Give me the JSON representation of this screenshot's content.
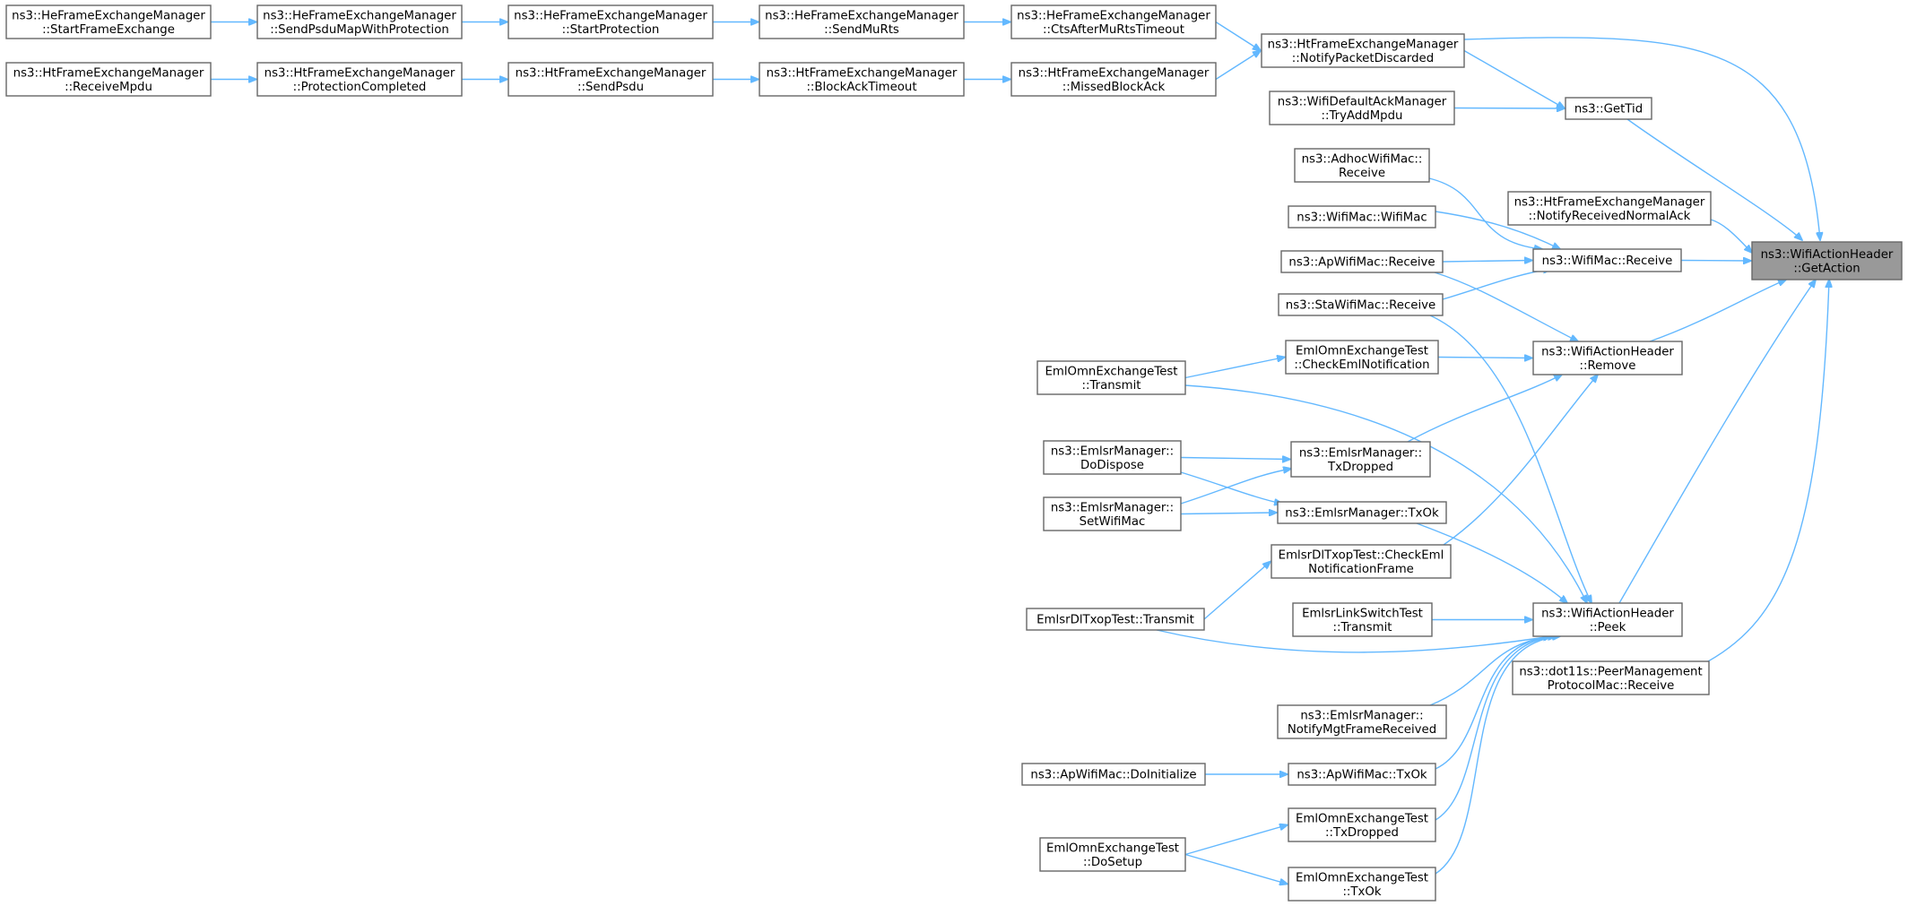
{
  "graph": {
    "type": "caller-graph",
    "colors": {
      "edge": "#63b8ff",
      "node_border": "#666666",
      "highlight_fill": "#999999",
      "node_fill": "#ffffff"
    },
    "nodes": {
      "heStartFrameExchange": [
        "ns3::HeFrameExchangeManager",
        "::StartFrameExchange"
      ],
      "heSendPsduMap": [
        "ns3::HeFrameExchangeManager",
        "::SendPsduMapWithProtection"
      ],
      "heStartProtection": [
        "ns3::HeFrameExchangeManager",
        "::StartProtection"
      ],
      "heSendMuRts": [
        "ns3::HeFrameExchangeManager",
        "::SendMuRts"
      ],
      "heCtsAfterMuRts": [
        "ns3::HeFrameExchangeManager",
        "::CtsAfterMuRtsTimeout"
      ],
      "htNotifyPacketDiscarded": [
        "ns3::HtFrameExchangeManager",
        "::NotifyPacketDiscarded"
      ],
      "htReceiveMpdu": [
        "ns3::HtFrameExchangeManager",
        "::ReceiveMpdu"
      ],
      "htProtectionCompleted": [
        "ns3::HtFrameExchangeManager",
        "::ProtectionCompleted"
      ],
      "htSendPsdu": [
        "ns3::HtFrameExchangeManager",
        "::SendPsdu"
      ],
      "htBlockAckTimeout": [
        "ns3::HtFrameExchangeManager",
        "::BlockAckTimeout"
      ],
      "htMissedBlockAck": [
        "ns3::HtFrameExchangeManager",
        "::MissedBlockAck"
      ],
      "defaultAckTryAdd": [
        "ns3::WifiDefaultAckManager",
        "::TryAddMpdu"
      ],
      "getTid": [
        "ns3::GetTid"
      ],
      "adhocReceive": [
        "ns3::AdhocWifiMac::",
        "Receive"
      ],
      "htNotifyReceivedNormalAck": [
        "ns3::HtFrameExchangeManager",
        "::NotifyReceivedNormalAck"
      ],
      "wifiMacWifiMac": [
        "ns3::WifiMac::WifiMac"
      ],
      "apReceive": [
        "ns3::ApWifiMac::Receive"
      ],
      "wifiMacReceive": [
        "ns3::WifiMac::Receive"
      ],
      "getAction": [
        "ns3::WifiActionHeader",
        "::GetAction"
      ],
      "staReceive": [
        "ns3::StaWifiMac::Receive"
      ],
      "emlCheckEml": [
        "EmlOmnExchangeTest",
        "::CheckEmlNotification"
      ],
      "actionRemove": [
        "ns3::WifiActionHeader",
        "::Remove"
      ],
      "emlTransmit": [
        "EmlOmnExchangeTest",
        "::Transmit"
      ],
      "emlsrDoDispose": [
        "ns3::EmlsrManager::",
        "DoDispose"
      ],
      "emlsrTxDropped": [
        "ns3::EmlsrManager::",
        "TxDropped"
      ],
      "emlsrTxOk": [
        "ns3::EmlsrManager::TxOk"
      ],
      "emlsrSetWifiMac": [
        "ns3::EmlsrManager::",
        "SetWifiMac"
      ],
      "dlTxopCheckEml": [
        "EmlsrDlTxopTest::CheckEml",
        "NotificationFrame"
      ],
      "dlTxopTransmit": [
        "EmlsrDlTxopTest::Transmit"
      ],
      "linkSwitchTransmit": [
        "EmlsrLinkSwitchTest",
        "::Transmit"
      ],
      "actionPeek": [
        "ns3::WifiActionHeader",
        "::Peek"
      ],
      "dot11sReceive": [
        "ns3::dot11s::PeerManagement",
        "ProtocolMac::Receive"
      ],
      "emlsrNotifyMgt": [
        "ns3::EmlsrManager::",
        "NotifyMgtFrameReceived"
      ],
      "apDoInitialize": [
        "ns3::ApWifiMac::DoInitialize"
      ],
      "apTxOk": [
        "ns3::ApWifiMac::TxOk"
      ],
      "emlTxDropped": [
        "EmlOmnExchangeTest",
        "::TxDropped"
      ],
      "emlDoSetup": [
        "EmlOmnExchangeTest",
        "::DoSetup"
      ],
      "emlTxOk": [
        "EmlOmnExchangeTest",
        "::TxOk"
      ]
    }
  }
}
